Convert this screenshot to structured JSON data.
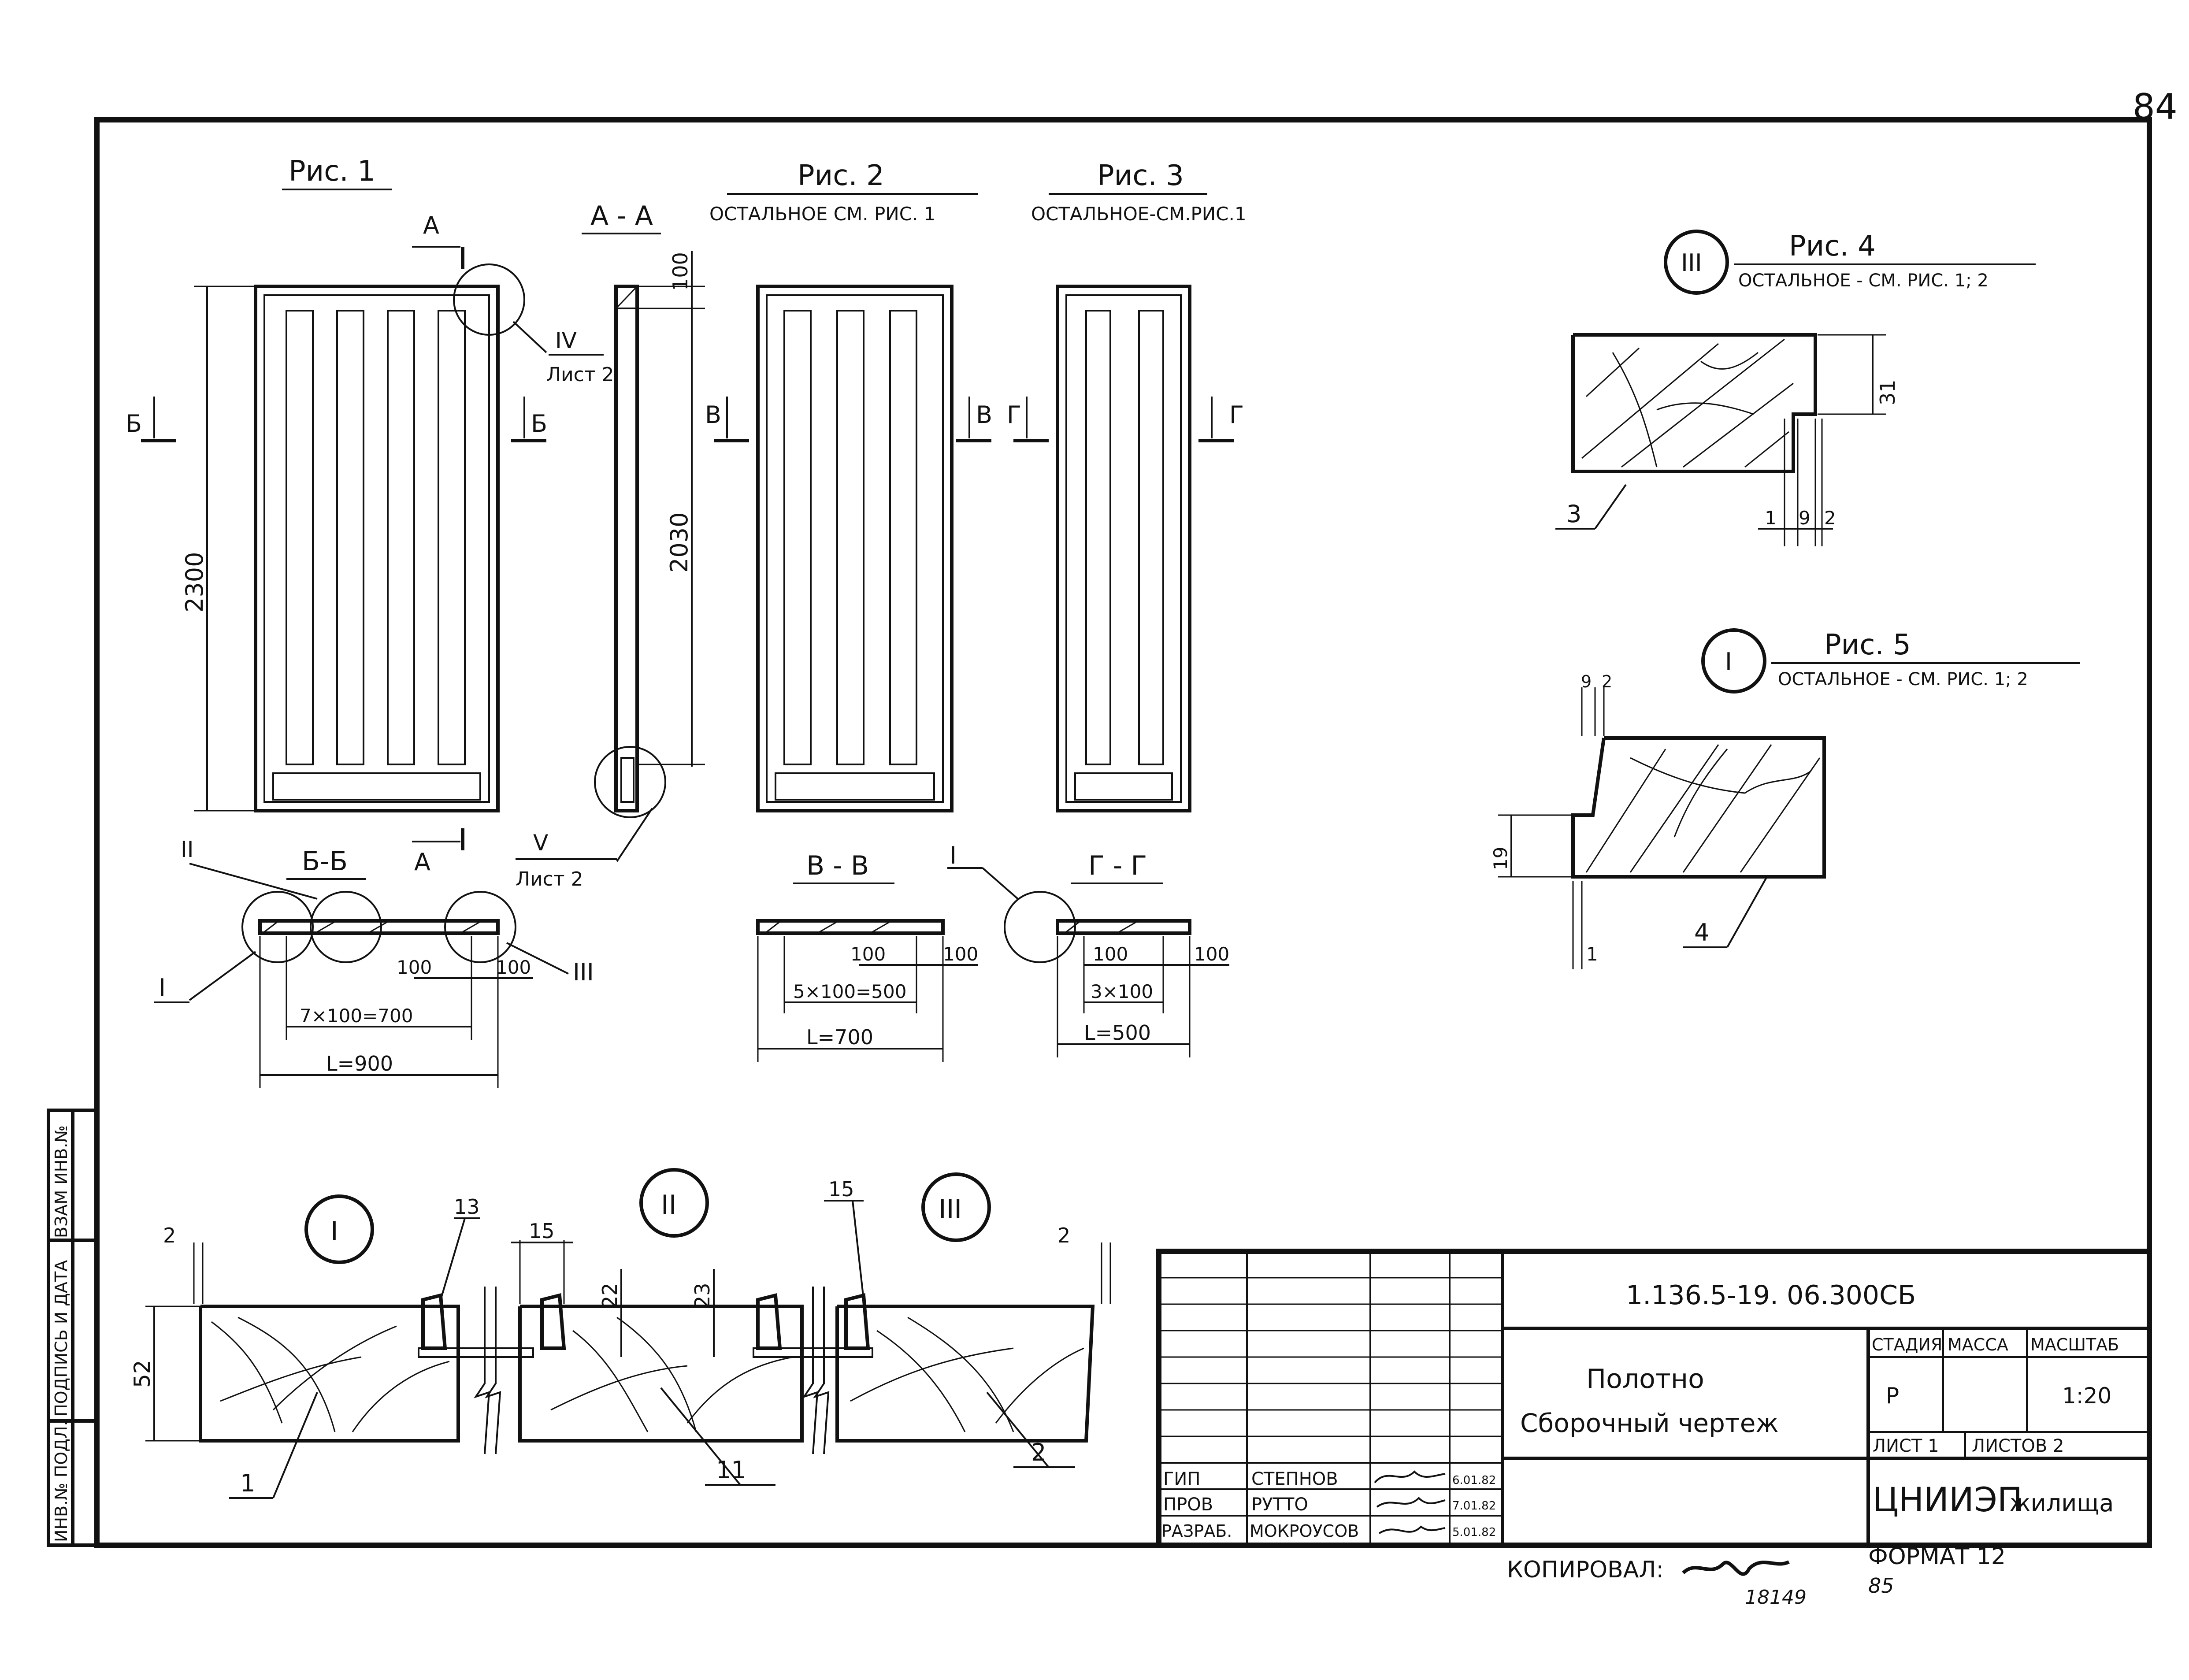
{
  "page_number": "84",
  "figures": {
    "fig1": {
      "title": "Рис. 1",
      "height_dim": "2300",
      "cut_a": "А",
      "cut_b": "Б",
      "callout_iv": "IV",
      "callout_iv_sheet": "Лист 2"
    },
    "section_aa": {
      "title": "А - А",
      "dim_top": "100",
      "dim_height": "2030",
      "callout_v": "V",
      "callout_v_sheet": "Лист 2"
    },
    "fig2": {
      "title": "Рис. 2",
      "note": "ОСТАЛЬНОЕ СМ. РИС. 1",
      "cut": "В"
    },
    "fig3": {
      "title": "Рис. 3",
      "note": "ОСТАЛЬНОЕ-СМ.РИС.1",
      "cut": "Г"
    },
    "fig4": {
      "title": "Рис. 4",
      "note": "ОСТАЛЬНОЕ - СМ. РИС. 1; 2",
      "callout": "III",
      "dim_31": "31",
      "dim_1": "1",
      "dim_9": "9",
      "dim_2": "2",
      "leader": "3"
    },
    "fig5": {
      "title": "Рис. 5",
      "note": "ОСТАЛЬНОЕ - СМ. РИС. 1; 2",
      "callout": "I",
      "dim_9": "9",
      "dim_2": "2",
      "dim_19": "19",
      "dim_1": "1",
      "leader": "4"
    }
  },
  "sections": {
    "bb": {
      "title": "Б-Б",
      "callout_i": "I",
      "callout_ii": "II",
      "callout_iii": "III",
      "dim_100a": "100",
      "dim_100b": "100",
      "dim_pitch": "7×100=700",
      "dim_L": "L=900"
    },
    "vv": {
      "title": "В - В",
      "dim_100a": "100",
      "dim_100b": "100",
      "dim_pitch": "5×100=500",
      "dim_L": "L=700"
    },
    "gg": {
      "title": "Г - Г",
      "callout_i": "I",
      "dim_100a": "100",
      "dim_100b": "100",
      "dim_pitch": "3×100",
      "dim_L": "L=500"
    }
  },
  "details": {
    "callout_i": "I",
    "callout_ii": "II",
    "callout_iii": "III",
    "dim_2_left": "2",
    "dim_52": "52",
    "dim_13": "13",
    "dim_15a": "15",
    "dim_22": "22",
    "dim_23": "23",
    "dim_15b": "15",
    "dim_2_right": "2",
    "leader_1": "1",
    "leader_11": "11",
    "leader_2": "2"
  },
  "side_stamp": {
    "col1": "ИНВ.№ ПОДЛ.",
    "col2": "ПОДПИСЬ И ДАТА",
    "col3": "ВЗАМ ИНВ.№"
  },
  "title_block": {
    "designation": "1.136.5-19. 06.300СБ",
    "name_line1": "Полотно",
    "name_line2": "Сборочный чертеж",
    "stage_header": "СТАДИЯ",
    "mass_header": "МАССА",
    "scale_header": "МАСШТАБ",
    "stage": "Р",
    "scale": "1:20",
    "sheet": "ЛИСТ 1",
    "sheets": "ЛИСТОВ 2",
    "org_main": "ЦНИИЭП",
    "org_suffix": "жилища",
    "roles": [
      {
        "role": "ГИП",
        "name": "СТЕПНОВ",
        "date": "6.01.82"
      },
      {
        "role": "ПРОВ",
        "name": "РУТТО",
        "date": "7.01.82"
      },
      {
        "role": "РАЗРАБ.",
        "name": "МОКРОУСОВ",
        "date": "5.01.82"
      }
    ]
  },
  "footer": {
    "copied_label": "КОПИРОВАЛ:",
    "copy_number": "18149",
    "format": "ФОРМАТ 12",
    "format_year": "85"
  }
}
